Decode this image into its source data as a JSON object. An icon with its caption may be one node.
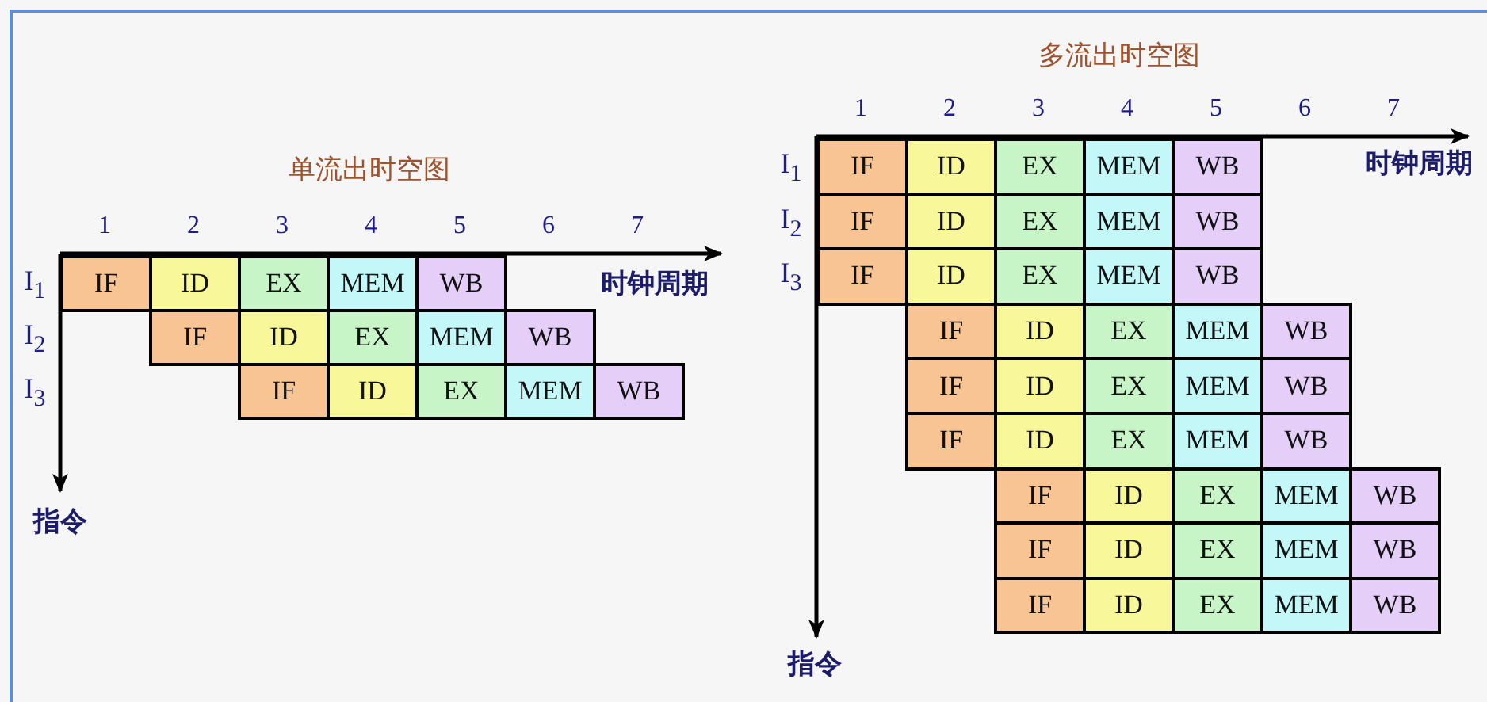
{
  "diagram": {
    "nodes": [
      {
        "text": [
          "IF"
        ]
      },
      {
        "text": [
          "ID"
        ]
      },
      {
        "text": [
          "EX"
        ]
      },
      {
        "text": [
          "MEM"
        ]
      },
      {
        "text": [
          "WB"
        ]
      },
      {
        "text": [
          "IF"
        ]
      },
      {
        "text": [
          "ID"
        ]
      },
      {
        "text": [
          "EX"
        ]
      },
      {
        "text": [
          "MEM"
        ]
      },
      {
        "text": [
          "WB"
        ]
      },
      {
        "text": [
          "IF"
        ]
      },
      {
        "text": [
          "ID"
        ]
      },
      {
        "text": [
          "EX"
        ]
      },
      {
        "text": [
          "MEM"
        ]
      },
      {
        "text": [
          "WB"
        ]
      },
      {
        "text": [
          "IF"
        ]
      },
      {
        "text": [
          "ID"
        ]
      },
      {
        "text": [
          "EX"
        ]
      },
      {
        "text": [
          "MEM"
        ]
      },
      {
        "text": [
          "WB"
        ]
      },
      {
        "text": [
          "IF"
        ]
      },
      {
        "text": [
          "ID"
        ]
      },
      {
        "text": [
          "EX"
        ]
      },
      {
        "text": [
          "MEM"
        ]
      },
      {
        "text": [
          "WB"
        ]
      },
      {
        "text": [
          "IF"
        ]
      },
      {
        "text": [
          "ID"
        ]
      },
      {
        "text": [
          "EX"
        ]
      },
      {
        "text": [
          "MEM"
        ]
      },
      {
        "text": [
          "WB"
        ]
      },
      {
        "text": [
          "IF"
        ]
      },
      {
        "text": [
          "ID"
        ]
      },
      {
        "text": [
          "EX"
        ]
      },
      {
        "text": [
          "MEM"
        ]
      },
      {
        "text": [
          "WB"
        ]
      },
      {
        "text": [
          "IF"
        ]
      },
      {
        "text": [
          "ID"
        ]
      },
      {
        "text": [
          "EX"
        ]
      },
      {
        "text": [
          "MEM"
        ]
      },
      {
        "text": [
          "WB"
        ]
      },
      {
        "text": [
          "IF"
        ]
      },
      {
        "text": [
          "ID"
        ]
      },
      {
        "text": [
          "EX"
        ]
      },
      {
        "text": [
          "MEM"
        ]
      },
      {
        "text": [
          "WB"
        ]
      },
      {
        "text": [
          "IF"
        ]
      },
      {
        "text": [
          "ID"
        ]
      },
      {
        "text": [
          "EX"
        ]
      },
      {
        "text": [
          "MEM"
        ]
      },
      {
        "text": [
          "WB"
        ]
      },
      {
        "text": [
          "IF"
        ]
      },
      {
        "text": [
          "ID"
        ]
      },
      {
        "text": [
          "EX"
        ]
      },
      {
        "text": [
          "MEM"
        ]
      },
      {
        "text": [
          "WB"
        ]
      },
      {
        "text": [
          "IF"
        ]
      },
      {
        "text": [
          "ID"
        ]
      },
      {
        "text": [
          "EX"
        ]
      },
      {
        "text": [
          "MEM"
        ]
      },
      {
        "text": [
          "WB"
        ]
      }
    ],
    "labels": [
      "单流出时空图",
      "1",
      "2",
      "3",
      "4",
      "5",
      "6",
      "7",
      "I$_{1}$",
      "I$_{2}$",
      "I$_{3}$",
      "时钟周期",
      "指令",
      "多流出时空图",
      "1",
      "2",
      "3",
      "4",
      "5",
      "6",
      "7",
      "I$_{1}$",
      "I$_{2}$",
      "I$_{3}$",
      "时钟周期",
      "指令"
    ]
  }
}
